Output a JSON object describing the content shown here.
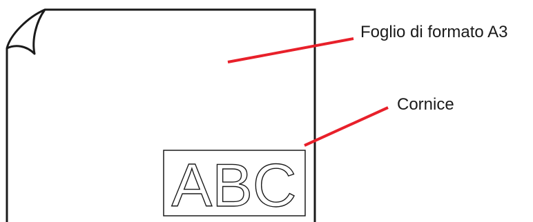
{
  "labels": {
    "sheet": "Foglio di formato A3",
    "frame": "Cornice"
  },
  "frame_content": {
    "text": "ABC"
  },
  "colors": {
    "callout_line": "#e8202a",
    "outline": "#1a1a1a",
    "background": "#ffffff"
  }
}
